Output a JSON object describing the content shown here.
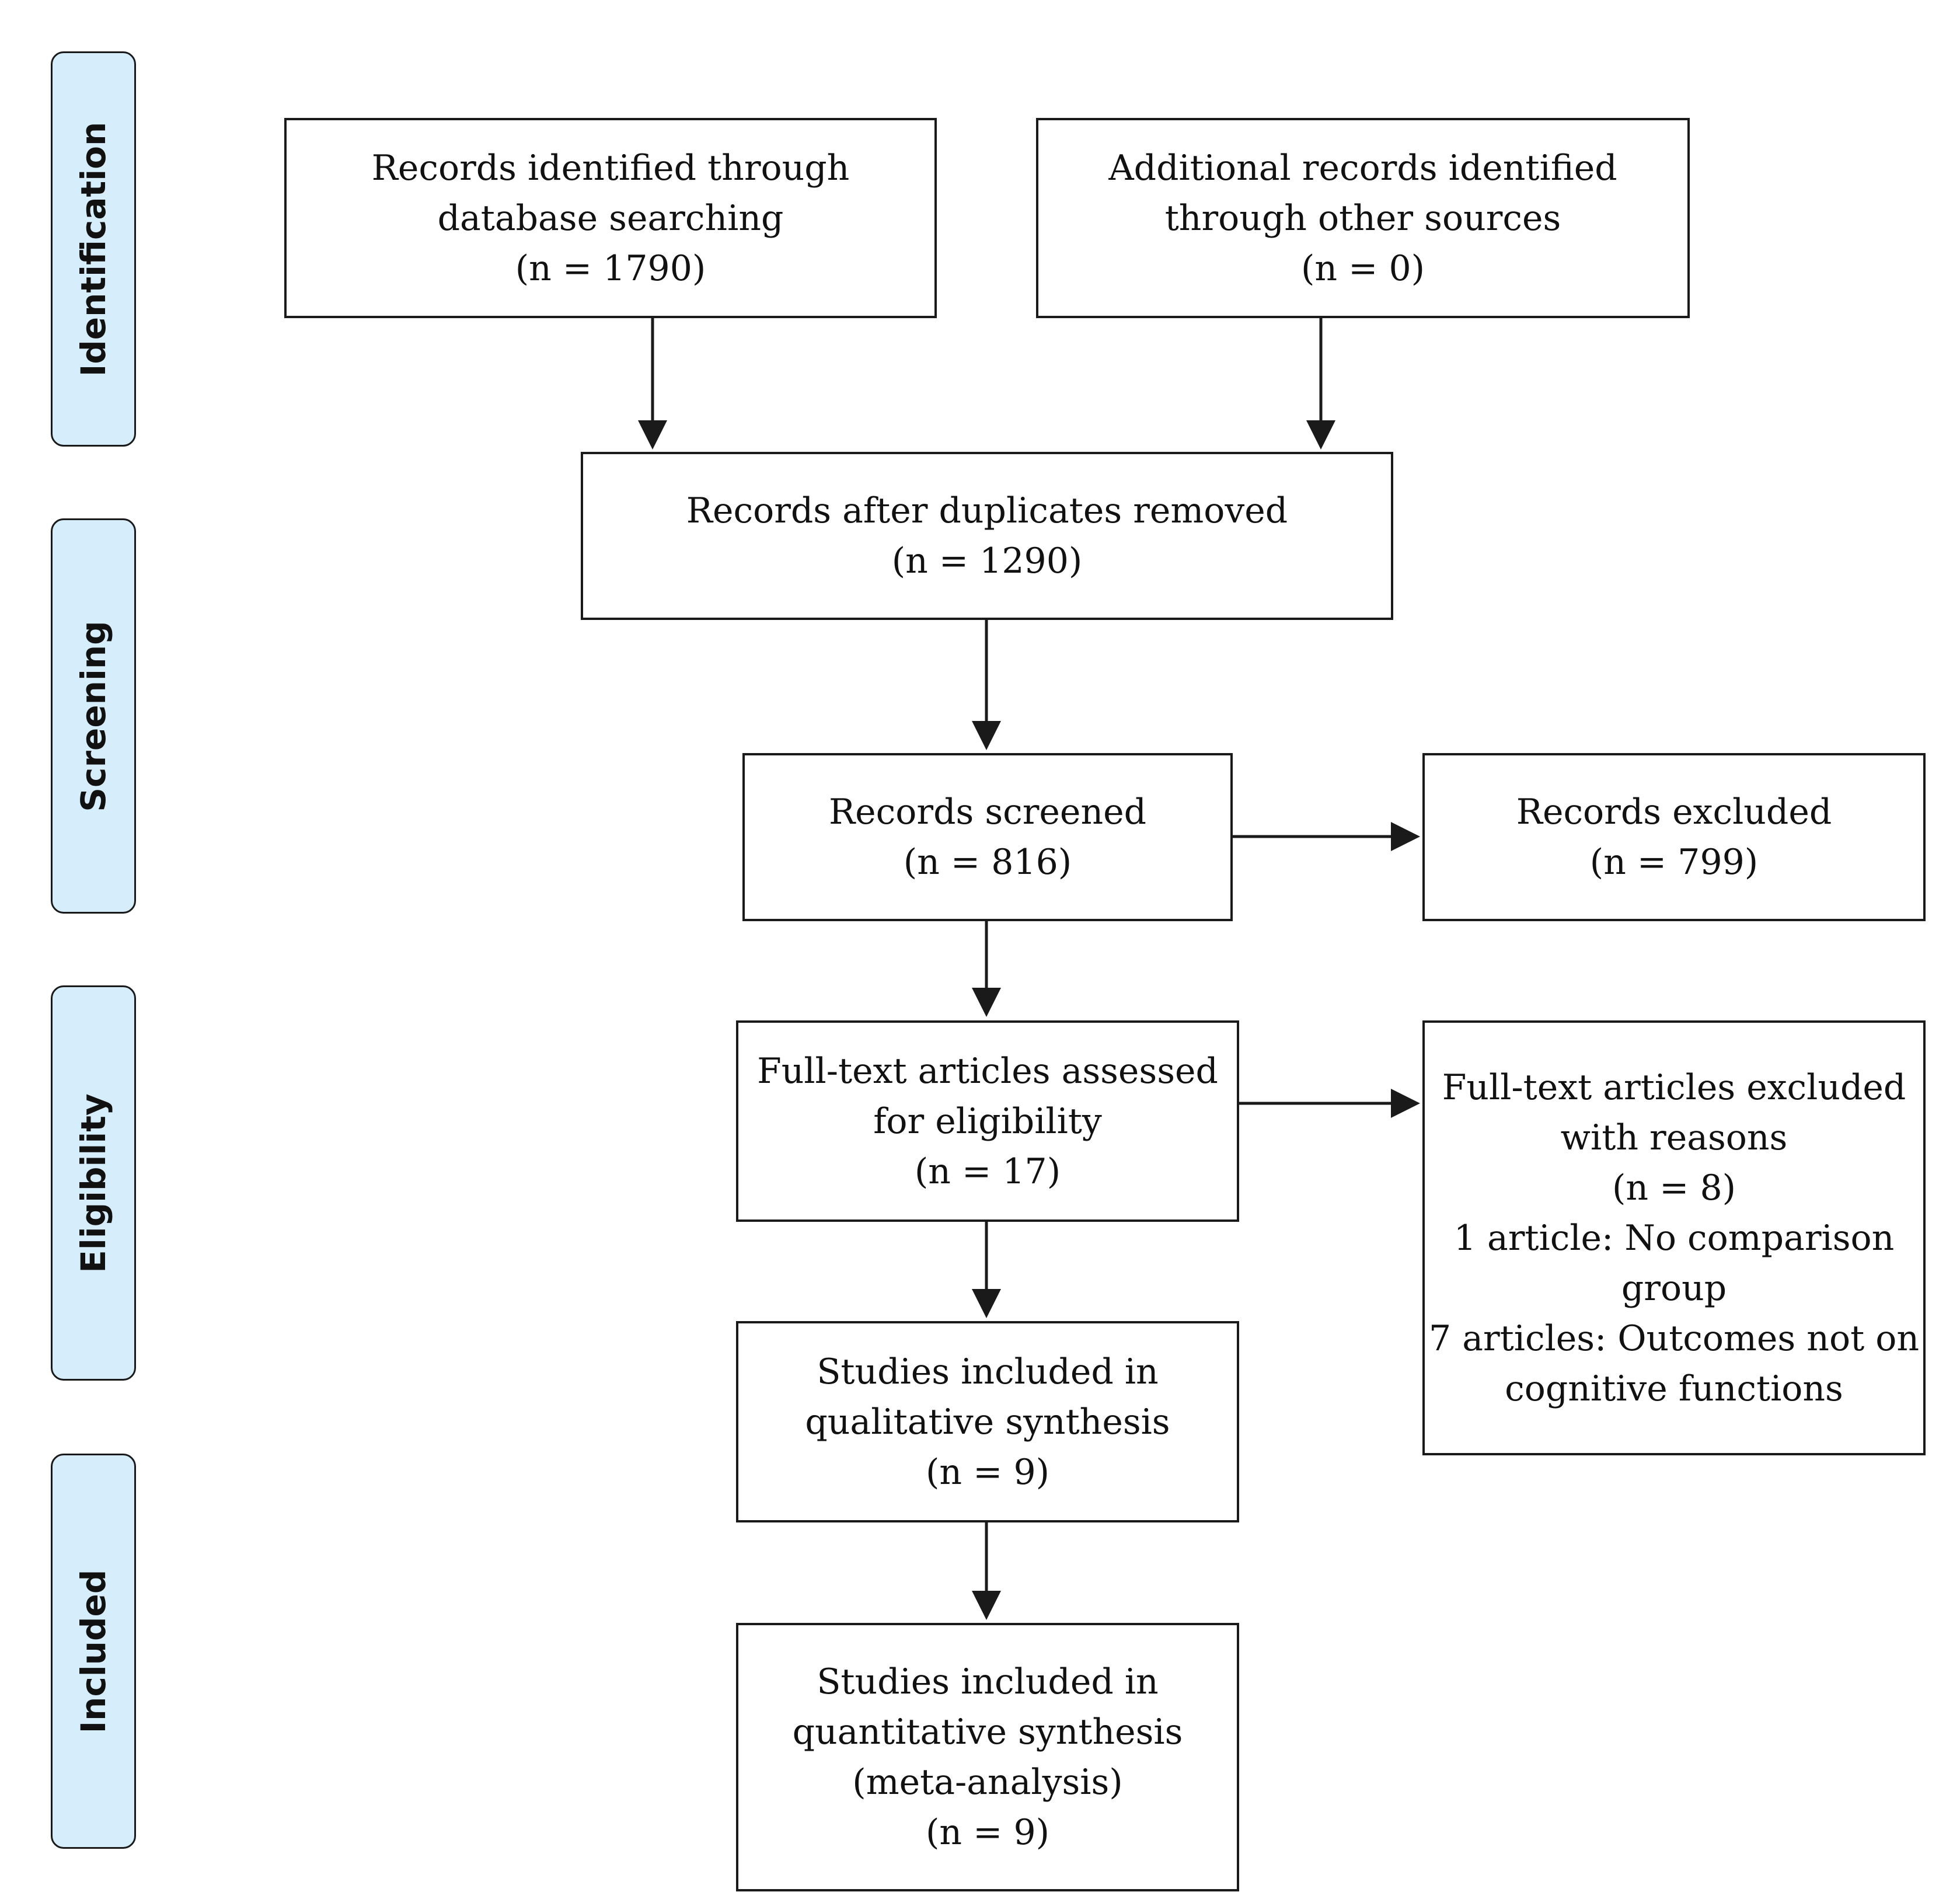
{
  "phases": {
    "identification": "Identification",
    "screening": "Screening",
    "eligibility": "Eligibility",
    "included": "Included"
  },
  "boxes": {
    "database_records": {
      "lines": [
        "Records identified through",
        "database searching",
        "(n = 1790)"
      ]
    },
    "other_sources": {
      "lines": [
        "Additional records identified",
        "through other sources",
        "(n = 0)"
      ]
    },
    "after_duplicates": {
      "lines": [
        "Records after duplicates removed",
        "(n = 1290)"
      ]
    },
    "screened": {
      "lines": [
        "Records screened",
        "(n = 816)"
      ]
    },
    "excluded": {
      "lines": [
        "Records excluded",
        "(n = 799)"
      ]
    },
    "fulltext_assessed": {
      "lines": [
        "Full-text articles assessed",
        "for eligibility",
        "(n = 17)"
      ]
    },
    "fulltext_excluded": {
      "lines": [
        "Full-text articles excluded",
        "with reasons",
        "(n = 8)",
        "1 article: No comparison",
        "group",
        "7 articles: Outcomes not on",
        "cognitive functions"
      ]
    },
    "qualitative": {
      "lines": [
        "Studies included in",
        "qualitative synthesis",
        "(n = 9)"
      ]
    },
    "quantitative": {
      "lines": [
        "Studies included in",
        "quantitative synthesis",
        "(meta-analysis)",
        "(n = 9)"
      ]
    }
  },
  "colors": {
    "phase_fill": "#d6eefc",
    "stroke": "#1a1a1a",
    "text": "#111111"
  }
}
